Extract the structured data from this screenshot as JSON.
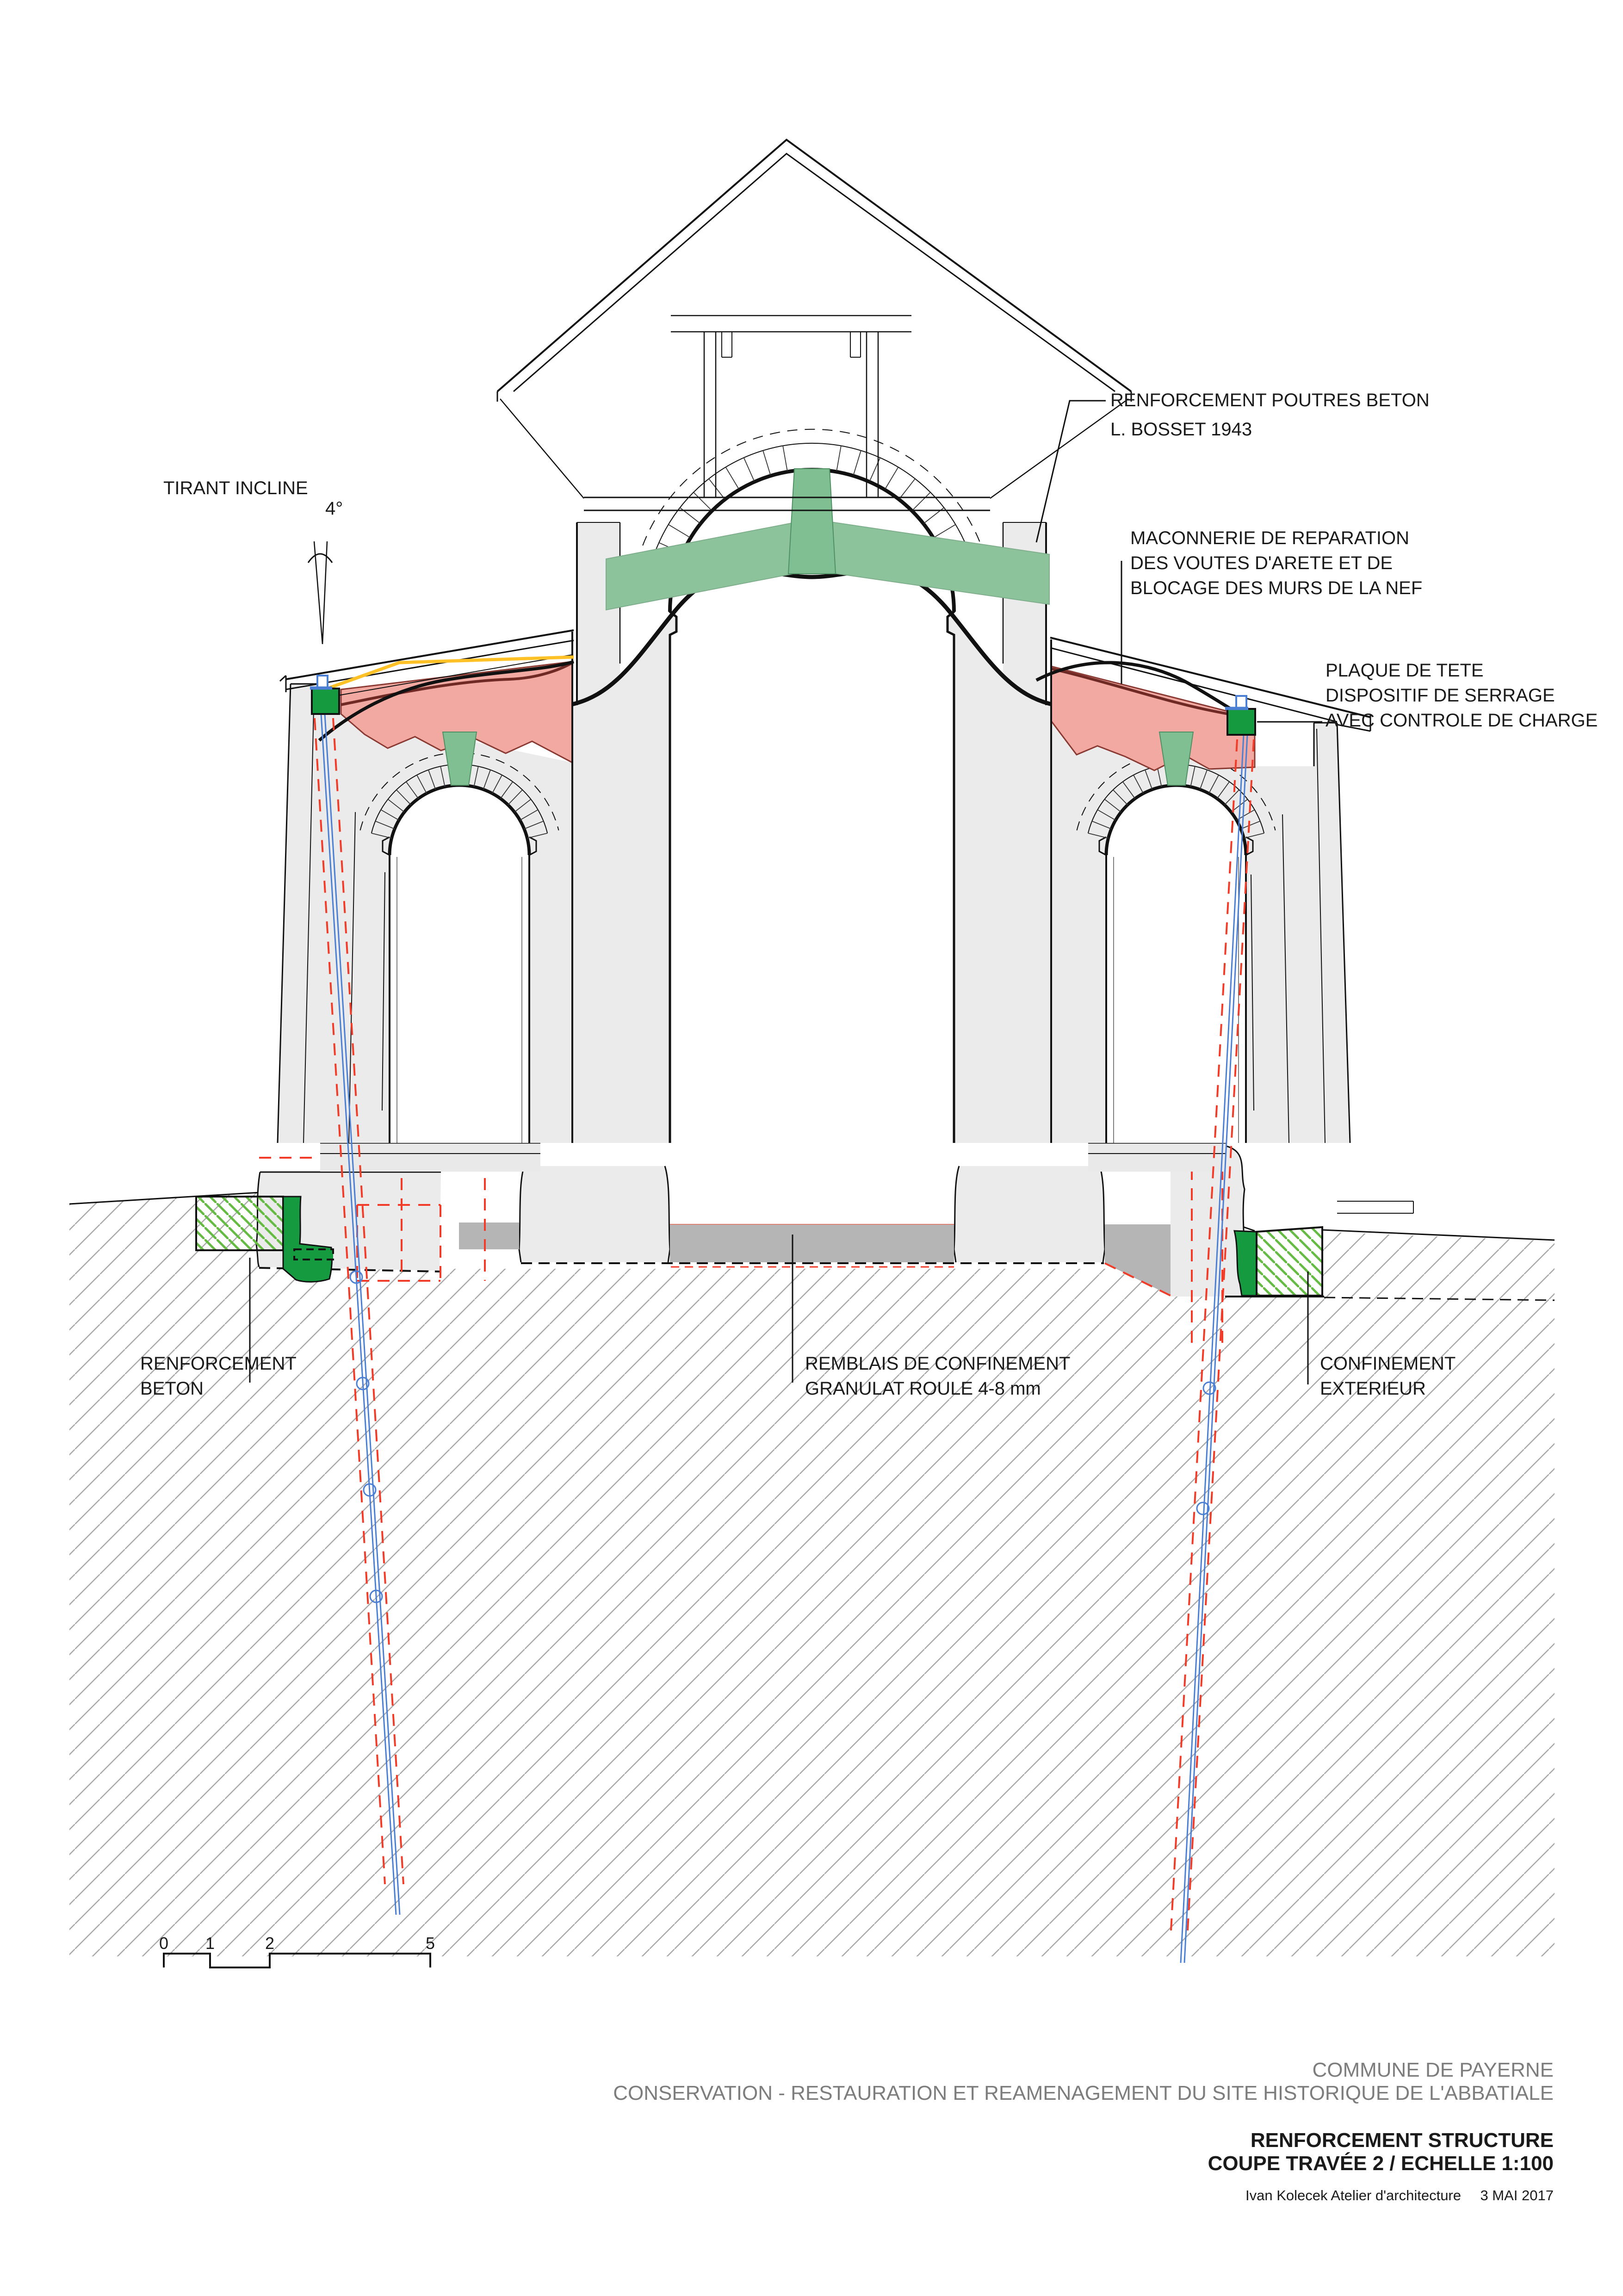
{
  "annotations": {
    "poutres": {
      "line1": "RENFORCEMENT POUTRES BETON",
      "line2": "L. BOSSET 1943"
    },
    "tirant": {
      "label": "TIRANT INCLINE",
      "angle": "4°"
    },
    "maconnerie": {
      "line1": "MACONNERIE DE REPARATION",
      "line2": "DES VOUTES D'ARETE ET DE",
      "line3": "BLOCAGE DES MURS DE LA NEF"
    },
    "plaque": {
      "line1": "PLAQUE DE TETE",
      "line2": "DISPOSITIF DE SERRAGE",
      "line3": "AVEC CONTROLE DE CHARGE"
    },
    "renforcement_beton": {
      "line1": "RENFORCEMENT",
      "line2": "BETON"
    },
    "remblais": {
      "line1": "REMBLAIS DE CONFINEMENT",
      "line2": "GRANULAT ROULE 4-8 mm"
    },
    "confinement": {
      "line1": "CONFINEMENT",
      "line2": "EXTERIEUR"
    }
  },
  "scale_bar": {
    "labels": [
      "0",
      "1",
      "2",
      "5"
    ]
  },
  "title_block": {
    "client": "COMMUNE DE PAYERNE",
    "project": "CONSERVATION - RESTAURATION ET REAMENAGEMENT DU SITE HISTORIQUE DE L'ABBATIALE",
    "drawing": "RENFORCEMENT STRUCTURE",
    "sheet": "COUPE TRAVÉE 2 / ECHELLE 1:100",
    "credit_firm": "Ivan Kolecek Atelier d'architecture",
    "credit_date": "3 MAI 2017"
  },
  "colors": {
    "masonry": "#ebebeb",
    "remblais": "#b5b5b5",
    "green-dark": "#159a40",
    "green-light": "#8cc39b",
    "keystone": "#7fbf92",
    "pink": "#f1a9a1",
    "pink-stroke": "#8a3a33",
    "yellow": "#ffc125",
    "blue": "#4a7fd4",
    "red-dash": "#f03c28",
    "ink": "#1a1a1a",
    "title-gray": "#7d7d7d"
  }
}
